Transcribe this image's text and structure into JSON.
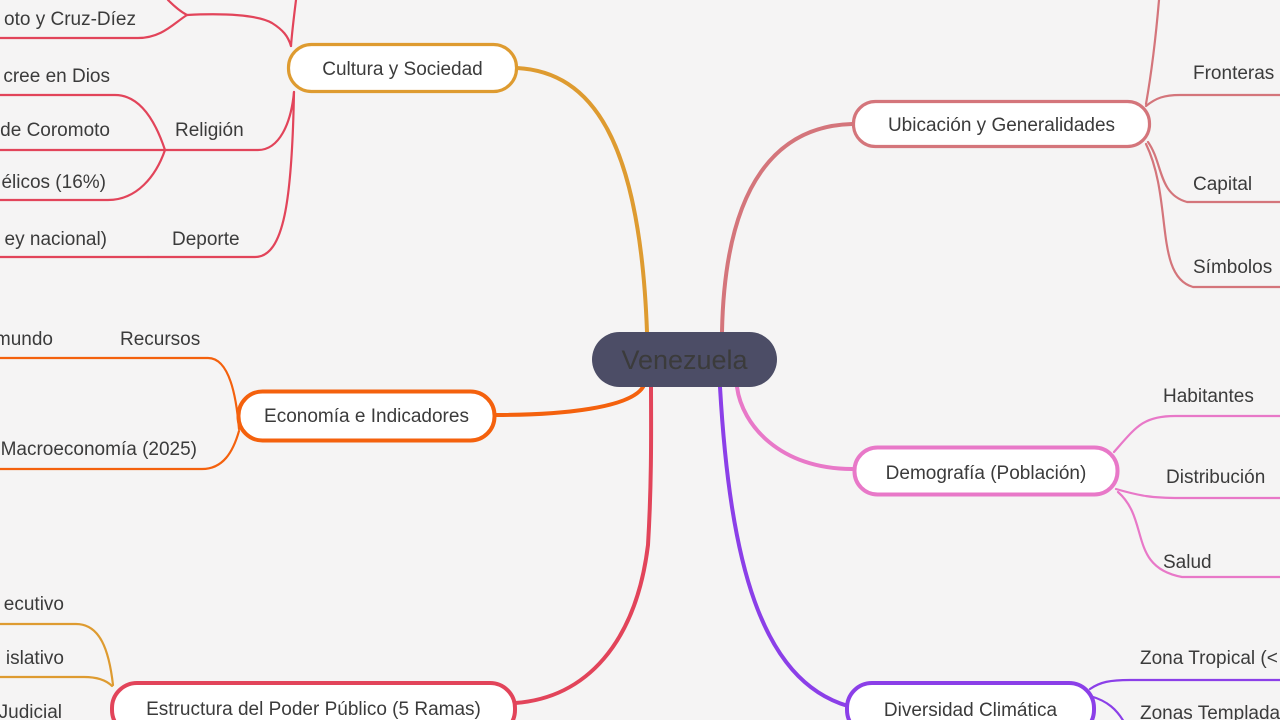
{
  "palette": {
    "background": "#F5F4F4",
    "label_text": "#3B3B3B",
    "box_fill": "#FFFFFF",
    "root_fill": "#4C4D66",
    "root_text": "#FFFFFF",
    "goldenrod": "#DE9B30",
    "crimson": "#E2445A",
    "salmon": "#D4757B",
    "orange": "#F4610D",
    "pink": "#E878C8",
    "purple": "#8B3FE8"
  },
  "map": {
    "root": {
      "label": "Venezuela"
    },
    "branches": [
      {
        "name": "cultura",
        "label": "Cultura y Sociedad",
        "color": "#DE9B30",
        "edge_color": "#E2445A",
        "children": [
          {
            "label": "Religión",
            "children": [
              {
                "label": "cree en Dios"
              },
              {
                "label": "de Coromoto"
              },
              {
                "label": "élicos (16%)"
              }
            ]
          },
          {
            "label": "Deporte",
            "children": [
              {
                "label": "ey nacional)"
              }
            ]
          },
          {
            "label": "oto y Cruz-Díez"
          }
        ]
      },
      {
        "name": "ubicacion",
        "label": "Ubicación y Generalidades",
        "color": "#D4757B",
        "edge_color": "#D4757B",
        "children": [
          {
            "label": "Fronteras"
          },
          {
            "label": "Capital"
          },
          {
            "label": "Símbolos"
          }
        ]
      },
      {
        "name": "economia",
        "label": "Economía e Indicadores",
        "color": "#F4610D",
        "edge_color": "#F4610D",
        "children": [
          {
            "label": "Recursos",
            "children": [
              {
                "label": "mundo"
              }
            ]
          },
          {
            "label": "Macroeconomía (2025)"
          }
        ]
      },
      {
        "name": "demografia",
        "label": "Demografía (Población)",
        "color": "#E878C8",
        "edge_color": "#E878C8",
        "children": [
          {
            "label": "Habitantes"
          },
          {
            "label": "Distribución"
          },
          {
            "label": "Salud"
          }
        ]
      },
      {
        "name": "estructura",
        "label": "Estructura del Poder Público (5 Ramas)",
        "color": "#E2445A",
        "edge_color": "#DE9B30",
        "children": [
          {
            "label": "ecutivo"
          },
          {
            "label": "islativo"
          },
          {
            "label": "Judicial"
          }
        ]
      },
      {
        "name": "diversidad",
        "label": "Diversidad Climática",
        "color": "#8B3FE8",
        "edge_color": "#8B3FE8",
        "children": [
          {
            "label": "Zona Tropical (<"
          },
          {
            "label": "Zonas Templada"
          }
        ]
      }
    ]
  }
}
